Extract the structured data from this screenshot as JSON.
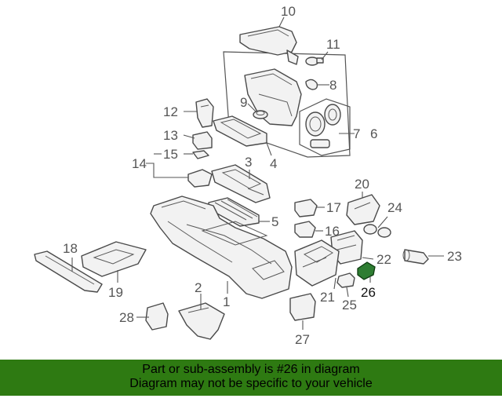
{
  "diagram": {
    "callouts": [
      "10",
      "11",
      "8",
      "9",
      "12",
      "13",
      "15",
      "14",
      "7",
      "6",
      "4",
      "3",
      "20",
      "17",
      "24",
      "5",
      "16",
      "18",
      "22",
      "23",
      "19",
      "26",
      "21",
      "2",
      "1",
      "25",
      "28",
      "27"
    ],
    "highlighted_callout": "26",
    "highlight_color": "#2e7d32"
  },
  "banner": {
    "line1": "Part or sub-assembly is #26 in diagram",
    "line2": "Diagram may not be specific to your vehicle",
    "background": "#2e7a12"
  }
}
